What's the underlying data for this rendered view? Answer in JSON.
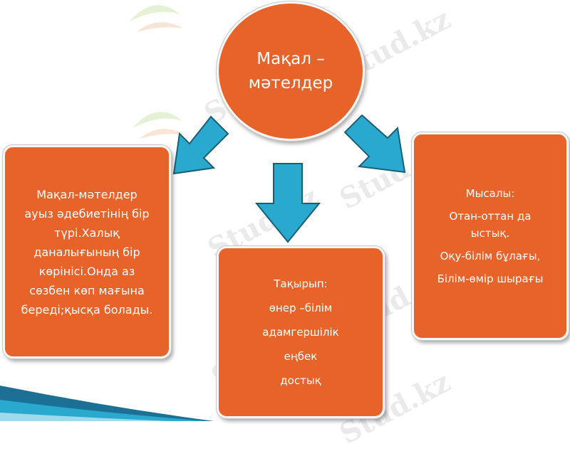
{
  "watermark": "Stud.kz",
  "center": {
    "line1": "Мақал –",
    "line2": "мәтелдер"
  },
  "left_box": {
    "lines": [
      "Мақал-мәтелдер",
      "ауыз әдебиетінің бір",
      "түрі.Халық",
      "даналығының бір",
      "көрінісі.Онда аз",
      "сөзбен көп мағына",
      "береді;қысқа болады."
    ]
  },
  "middle_box": {
    "lines": [
      "Тақырып:",
      "өнер –білім",
      "адамгершілік",
      "еңбек",
      "достық"
    ]
  },
  "right_box": {
    "lines": [
      "Мысалы:",
      "Отан-оттан да",
      "ыстық.",
      "Оқу-білім бұлағы,",
      "Білім-өмір шырағы"
    ]
  },
  "colors": {
    "box_fill": "#e8632a",
    "arrow_fill": "#2aa9cf",
    "text": "#ffffff"
  },
  "icons": [
    "arrow-down-left-icon",
    "arrow-down-icon",
    "arrow-down-right-icon",
    "stud-kz-logo"
  ]
}
